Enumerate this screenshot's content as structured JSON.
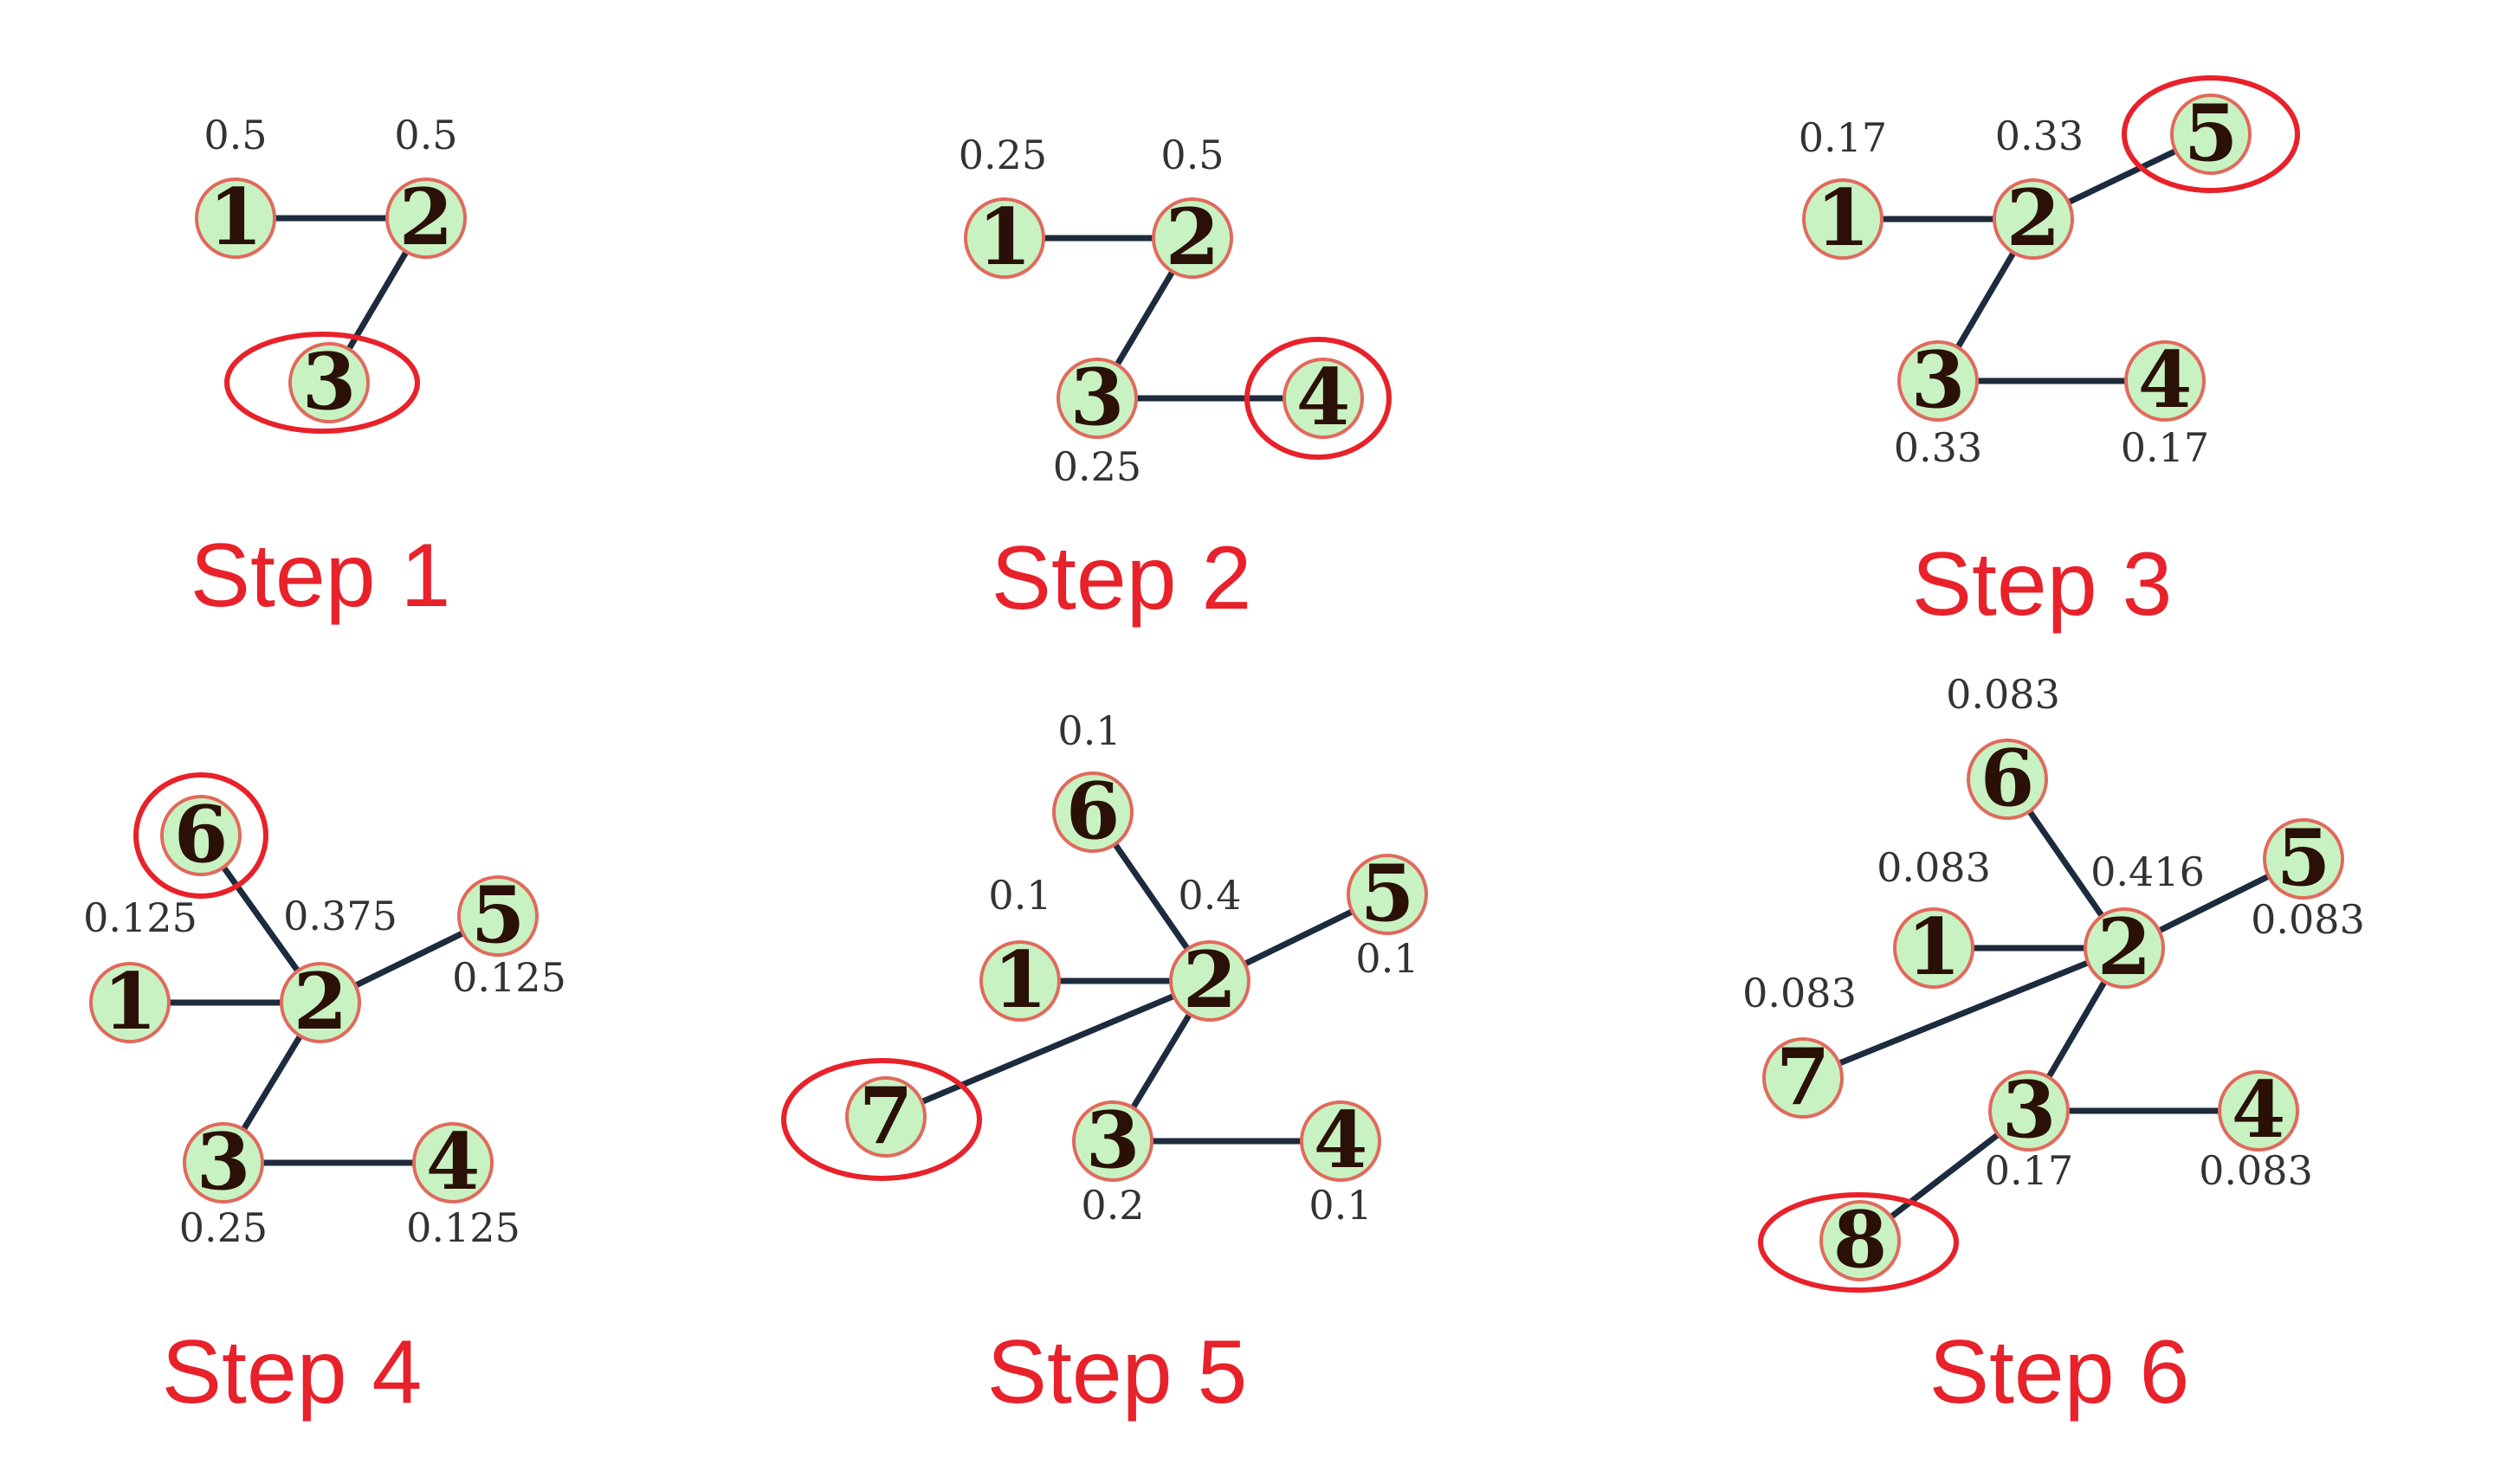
{
  "colors": {
    "node_fill": "#c9f2c2",
    "node_stroke": "#e06a5c",
    "edge": "#1c2b3d",
    "highlight": "#e8212a",
    "caption": "#e8212a",
    "value_text": "#333333",
    "label_text": "#2a1006"
  },
  "panels": [
    {
      "caption": "Step 1",
      "highlight": "3",
      "nodes": [
        {
          "label": "1",
          "value": "0.5"
        },
        {
          "label": "2",
          "value": "0.5"
        },
        {
          "label": "3",
          "value": ""
        }
      ],
      "edges": [
        [
          "1",
          "2"
        ],
        [
          "2",
          "3"
        ]
      ]
    },
    {
      "caption": "Step 2",
      "highlight": "4",
      "nodes": [
        {
          "label": "1",
          "value": "0.25"
        },
        {
          "label": "2",
          "value": "0.5"
        },
        {
          "label": "3",
          "value": "0.25"
        },
        {
          "label": "4",
          "value": ""
        }
      ],
      "edges": [
        [
          "1",
          "2"
        ],
        [
          "2",
          "3"
        ],
        [
          "3",
          "4"
        ]
      ]
    },
    {
      "caption": "Step 3",
      "highlight": "5",
      "nodes": [
        {
          "label": "1",
          "value": "0.17"
        },
        {
          "label": "2",
          "value": "0.33"
        },
        {
          "label": "3",
          "value": "0.33"
        },
        {
          "label": "4",
          "value": "0.17"
        },
        {
          "label": "5",
          "value": ""
        }
      ],
      "edges": [
        [
          "1",
          "2"
        ],
        [
          "2",
          "3"
        ],
        [
          "3",
          "4"
        ],
        [
          "2",
          "5"
        ]
      ]
    },
    {
      "caption": "Step 4",
      "highlight": "6",
      "nodes": [
        {
          "label": "1",
          "value": "0.125"
        },
        {
          "label": "2",
          "value": "0.375"
        },
        {
          "label": "3",
          "value": "0.25"
        },
        {
          "label": "4",
          "value": "0.125"
        },
        {
          "label": "5",
          "value": "0.125"
        },
        {
          "label": "6",
          "value": ""
        }
      ],
      "edges": [
        [
          "1",
          "2"
        ],
        [
          "2",
          "3"
        ],
        [
          "3",
          "4"
        ],
        [
          "2",
          "5"
        ],
        [
          "2",
          "6"
        ]
      ]
    },
    {
      "caption": "Step 5",
      "highlight": "7",
      "nodes": [
        {
          "label": "1",
          "value": "0.1"
        },
        {
          "label": "2",
          "value": "0.4"
        },
        {
          "label": "3",
          "value": "0.2"
        },
        {
          "label": "4",
          "value": "0.1"
        },
        {
          "label": "5",
          "value": "0.1"
        },
        {
          "label": "6",
          "value": "0.1"
        },
        {
          "label": "7",
          "value": ""
        }
      ],
      "edges": [
        [
          "1",
          "2"
        ],
        [
          "2",
          "3"
        ],
        [
          "3",
          "4"
        ],
        [
          "2",
          "5"
        ],
        [
          "2",
          "6"
        ],
        [
          "2",
          "7"
        ]
      ]
    },
    {
      "caption": "Step 6",
      "highlight": "8",
      "nodes": [
        {
          "label": "1",
          "value": "0.083"
        },
        {
          "label": "2",
          "value": "0.416"
        },
        {
          "label": "3",
          "value": "0.17"
        },
        {
          "label": "4",
          "value": "0.083"
        },
        {
          "label": "5",
          "value": "0.083"
        },
        {
          "label": "6",
          "value": "0.083"
        },
        {
          "label": "7",
          "value": "0.083"
        },
        {
          "label": "8",
          "value": ""
        }
      ],
      "edges": [
        [
          "1",
          "2"
        ],
        [
          "2",
          "3"
        ],
        [
          "3",
          "4"
        ],
        [
          "2",
          "5"
        ],
        [
          "2",
          "6"
        ],
        [
          "2",
          "7"
        ],
        [
          "3",
          "8"
        ]
      ]
    }
  ]
}
